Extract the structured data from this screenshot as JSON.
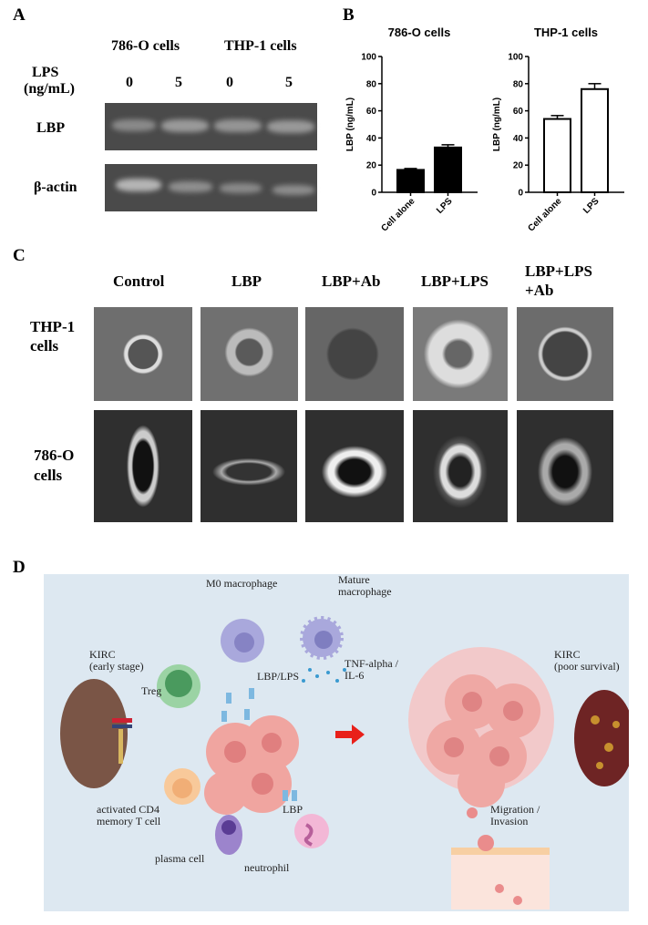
{
  "panels": {
    "a": "A",
    "b": "B",
    "c": "C",
    "d": "D"
  },
  "panel_a": {
    "groups": [
      "786-O cells",
      "THP-1 cells"
    ],
    "lps_label": "LPS",
    "lps_unit": "(ng/mL)",
    "lps_doses": [
      "0",
      "5",
      "0",
      "5"
    ],
    "rows": [
      "LBP",
      "β-actin"
    ]
  },
  "chart_data": [
    {
      "type": "bar",
      "title": "786-O cells",
      "ylabel": "LBP (ng/mL)",
      "xlabel": "",
      "categories": [
        "Cell alone",
        "LPS"
      ],
      "values": [
        16.5,
        33
      ],
      "errors": [
        1,
        2
      ],
      "ylim": [
        0,
        100
      ],
      "yticks": [
        "0",
        "20",
        "40",
        "60",
        "80",
        "100"
      ],
      "bar_fill": "#000000",
      "grid": false
    },
    {
      "type": "bar",
      "title": "THP-1 cells",
      "ylabel": "LBP (ng/mL)",
      "xlabel": "",
      "categories": [
        "Cell alone",
        "LPS"
      ],
      "values": [
        54,
        76
      ],
      "errors": [
        2.5,
        4
      ],
      "ylim": [
        0,
        100
      ],
      "yticks": [
        "0",
        "20",
        "40",
        "60",
        "80",
        "100"
      ],
      "bar_fill": "#ffffff",
      "grid": false
    }
  ],
  "panel_c": {
    "columns": [
      "Control",
      "LBP",
      "LBP+Ab",
      "LBP+LPS",
      "LBP+LPS\n+Ab"
    ],
    "column5_line1": "LBP+LPS",
    "column5_line2": "+Ab",
    "rows": [
      {
        "line1": "THP-1",
        "line2": "cells"
      },
      {
        "line1": "786-O",
        "line2": "cells"
      }
    ]
  },
  "panel_d": {
    "background": "#dde8f1",
    "kirc_early": [
      "KIRC",
      "(early stage)"
    ],
    "kirc_poor": [
      "KIRC",
      "(poor survival)"
    ],
    "m0": "M0 macrophage",
    "mature": [
      "Mature",
      "macrophage"
    ],
    "tnf": [
      "TNF-alpha /",
      "IL-6"
    ],
    "lbp_lps": "LBP/LPS",
    "treg": "Treg",
    "lbp": "LBP",
    "cd4": [
      "activated CD4",
      "memory T cell"
    ],
    "plasma": "plasma cell",
    "neutrophil": "neutrophil",
    "migration": [
      "Migration /",
      "Invasion"
    ],
    "arrow_color": "#e8201a"
  }
}
